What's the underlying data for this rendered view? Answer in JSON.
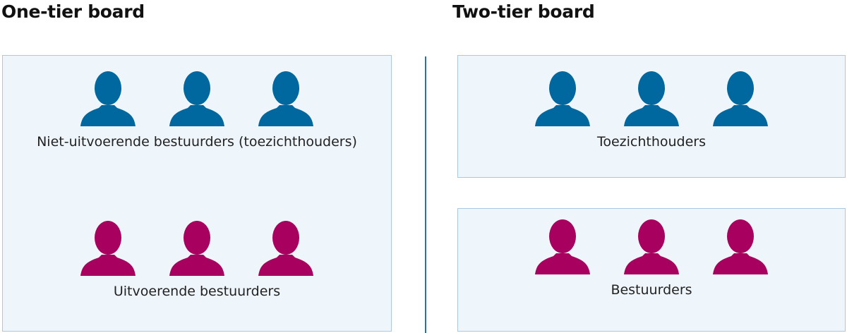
{
  "colors": {
    "supervisor": "#00689e",
    "executive": "#a8005e",
    "panel_bg": "#eef6fc",
    "panel_border": "#a9c9e3",
    "divider": "#1f75a8"
  },
  "icons": {
    "person": "person-silhouette-icon"
  },
  "one_tier": {
    "title": "One-tier board",
    "top_group": {
      "label": "Niet-uitvoerende bestuurders (toezichthouders)",
      "count": 3,
      "color": "supervisor"
    },
    "bottom_group": {
      "label": "Uitvoerende bestuurders",
      "count": 3,
      "color": "executive"
    }
  },
  "two_tier": {
    "title": "Two-tier board",
    "top_group": {
      "label": "Toezichthouders",
      "count": 3,
      "color": "supervisor"
    },
    "bottom_group": {
      "label": "Bestuurders",
      "count": 3,
      "color": "executive"
    }
  }
}
